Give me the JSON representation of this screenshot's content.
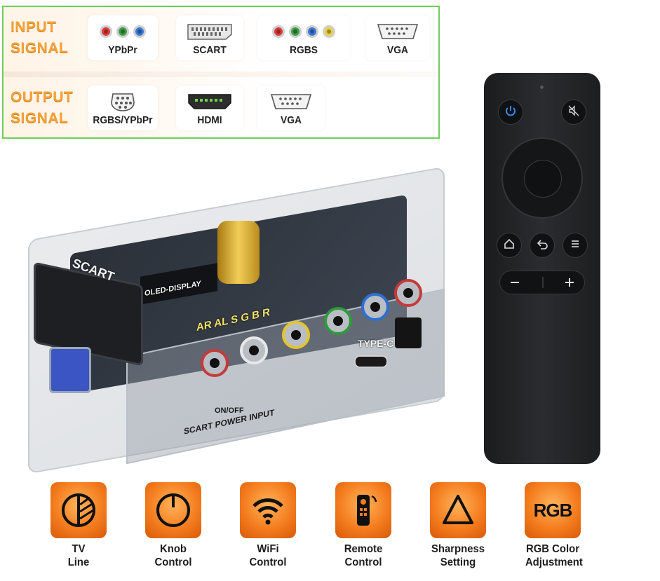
{
  "signals": {
    "input": {
      "title_line1": "INPUT",
      "title_line2": "SIGNAL",
      "connectors": [
        {
          "label": "YPbPr",
          "icon": "rca-trio-icon",
          "colors": [
            "#e03a3a",
            "#3aa043",
            "#3a7ad9"
          ]
        },
        {
          "label": "SCART",
          "icon": "scart-connector-icon"
        },
        {
          "label": "RGBS",
          "icon": "rca-quad-icon",
          "colors": [
            "#e03a3a",
            "#3aa043",
            "#3a7ad9",
            "#e9d23a"
          ]
        },
        {
          "label": "VGA",
          "icon": "vga-connector-icon"
        }
      ]
    },
    "output": {
      "title_line1": "OUTPUT",
      "title_line2": "SIGNAL",
      "connectors": [
        {
          "label": "RGBS/YPbPr",
          "icon": "din-connector-icon"
        },
        {
          "label": "HDMI",
          "icon": "hdmi-connector-icon"
        },
        {
          "label": "VGA",
          "icon": "vga-connector-icon"
        }
      ]
    }
  },
  "device": {
    "labels": {
      "scart": "SCART",
      "oled": "OLED-DISPLAY",
      "type_c": "TYPE-C",
      "on_off": "ON/OFF",
      "bottom_caption": "SCART  POWER  INPUT",
      "rca_row": "AR  AL  S  G  B  R"
    }
  },
  "remote": {
    "buttons": [
      "power-icon",
      "mute-icon",
      "home-icon",
      "back-icon",
      "menu-icon",
      "minus-icon",
      "plus-icon"
    ]
  },
  "features": [
    {
      "line1": "TV",
      "line2": "Line",
      "icon": "tv-line-icon"
    },
    {
      "line1": "Knob",
      "line2": "Control",
      "icon": "knob-icon"
    },
    {
      "line1": "WiFi",
      "line2": "Control",
      "icon": "wifi-icon"
    },
    {
      "line1": "Remote",
      "line2": "Control",
      "icon": "remote-icon"
    },
    {
      "line1": "Sharpness",
      "line2": "Setting",
      "icon": "sharpness-icon"
    },
    {
      "line1": "RGB Color",
      "line2": "Adjustment",
      "icon": "rgb-icon",
      "badge_text": "RGB"
    }
  ],
  "colors": {
    "panel_border": "#6fcf5b",
    "title_orange": "#f2a23a",
    "feature_orange": "#f47d1f"
  }
}
